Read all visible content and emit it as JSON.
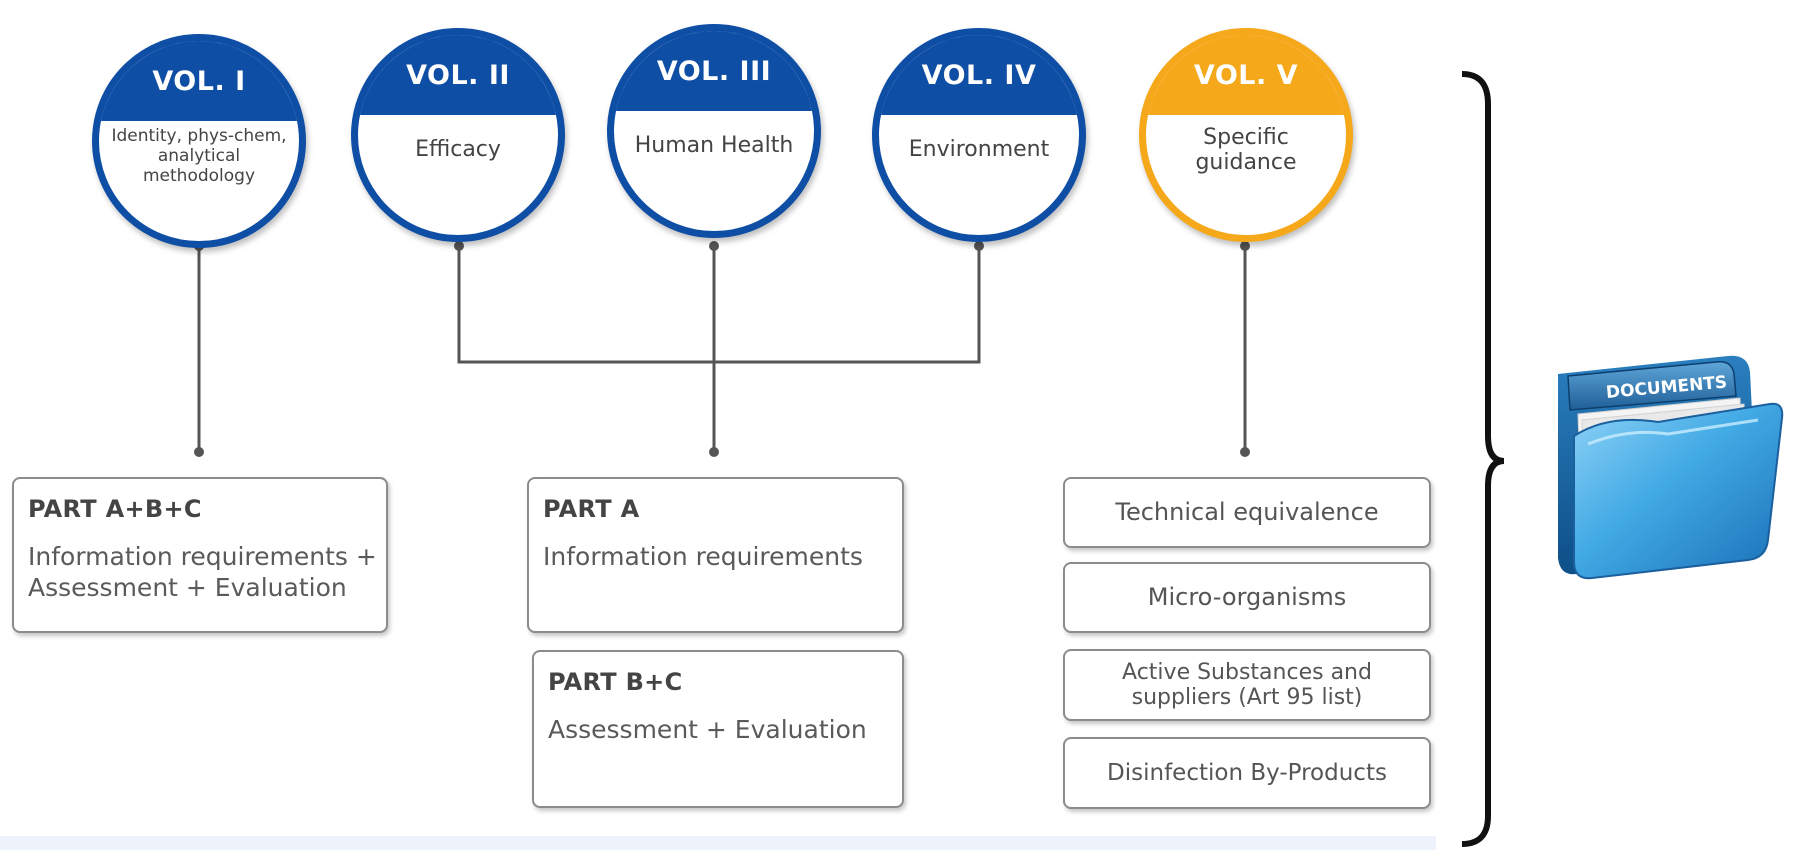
{
  "volumes": [
    {
      "cap": "VOL. I",
      "desc": "Identity, phys-chem, analytical methodology"
    },
    {
      "cap": "VOL. II",
      "desc": "Efficacy"
    },
    {
      "cap": "VOL. III",
      "desc": "Human Health"
    },
    {
      "cap": "VOL. IV",
      "desc": "Environment"
    },
    {
      "cap": "VOL. V",
      "desc": "Specific guidance"
    }
  ],
  "parts": {
    "abc": {
      "title": "PART A+B+C",
      "body": "Information requirements + Assessment + Evaluation"
    },
    "a": {
      "title": "PART A",
      "body": "Information requirements"
    },
    "bc": {
      "title": "PART B+C",
      "body": "Assessment + Evaluation"
    }
  },
  "guidance": [
    "Technical equivalence",
    "Micro-organisms",
    "Active Substances and suppliers (Art 95 list)",
    "Disinfection By-Products"
  ],
  "folder": {
    "label": "DOCUMENTS"
  },
  "colors": {
    "blue": "#0f4ea5",
    "orange": "#f5a81a",
    "folder": "#3fa3df"
  }
}
